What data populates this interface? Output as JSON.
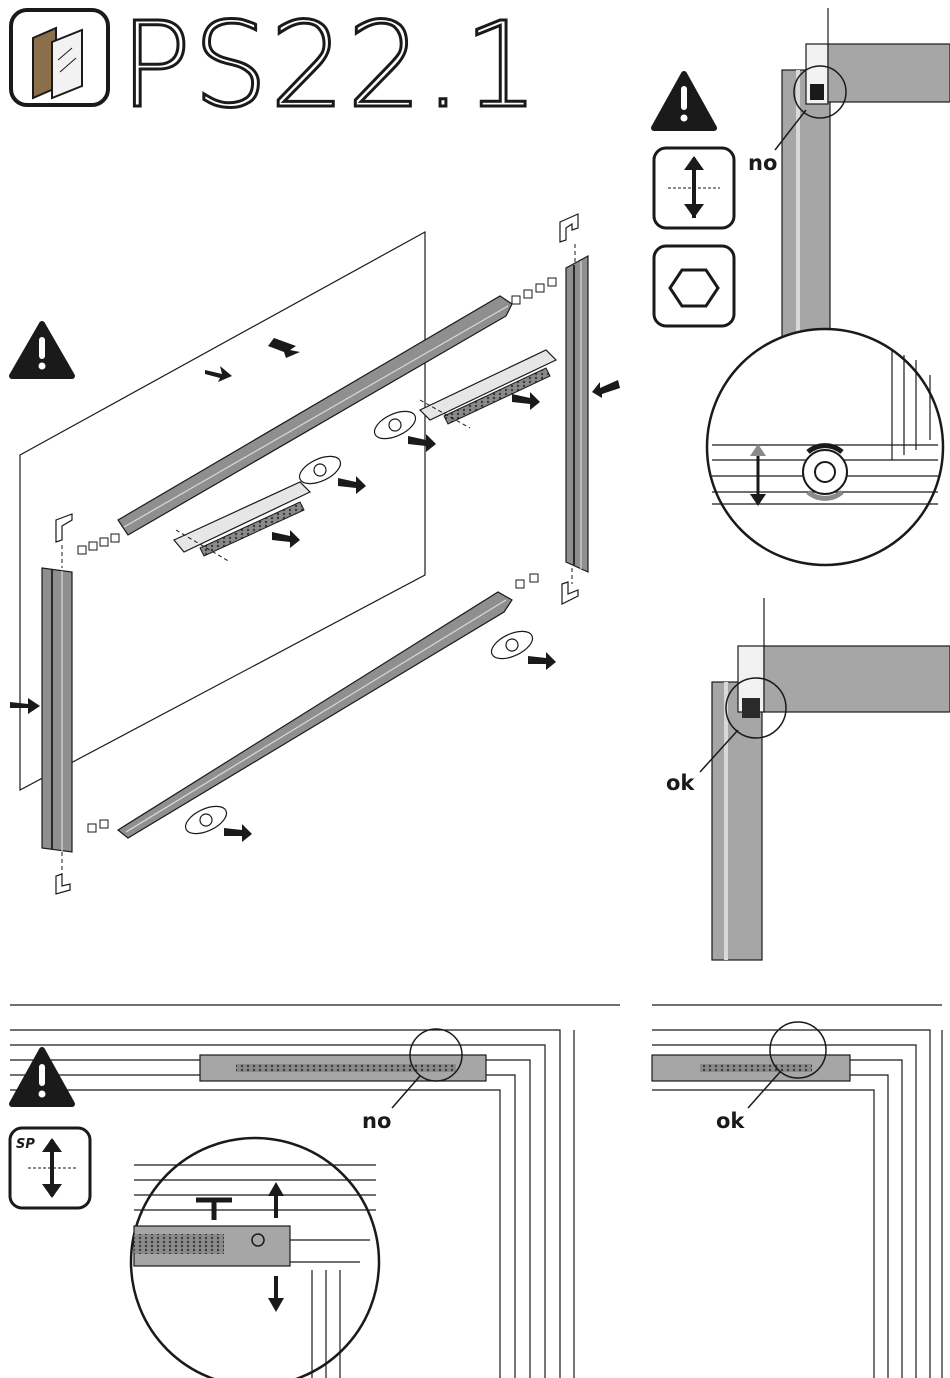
{
  "header": {
    "title": "PS22.1"
  },
  "labels": {
    "top_right_no": "no",
    "mid_right_ok": "ok",
    "bottom_left_no": "no",
    "bottom_right_ok": "ok",
    "sp_badge": "SP"
  },
  "colors": {
    "ink": "#1a1a1a",
    "profile_gray": "#8f8f8f",
    "panel_gray": "#a6a6a6",
    "light_gray": "#d9d9d9",
    "arrow_dark": "#2b2b2b"
  },
  "icons": [
    "glass-panel-icon",
    "warning-icon",
    "vertical-adjust-icon",
    "hex-key-icon",
    "rotate-arrows-icon"
  ]
}
